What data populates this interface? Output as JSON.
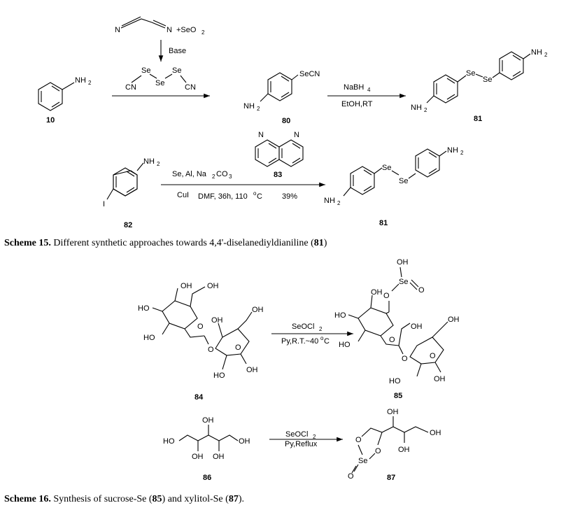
{
  "scheme15": {
    "reagent_malononitrile_extra": "+SeO",
    "reagent_malononitrile_sub": "2",
    "base_label": "Base",
    "se": "Se",
    "cn": "CN",
    "nh2": "NH",
    "nh2_sub": "2",
    "secn": "SeCN",
    "i_label": "I",
    "nabh4": "NaBH",
    "nabh4_sub": "4",
    "etoh_rt": "EtOH,RT",
    "cond1_a": "Se, Al, Na",
    "cond1_a_sub": "2",
    "cond1_a_b": "CO",
    "cond1_a_sub2": "3",
    "cond2_a": "CuI",
    "cond2_b": "DMF, 36h, 110",
    "cond2_deg": "o",
    "cond2_c": "C",
    "yield": "39%",
    "n_label": "N",
    "compounds": {
      "c10": "10",
      "c80": "80",
      "c81": "81",
      "c82": "82",
      "c83": "83",
      "c81b": "81"
    }
  },
  "scheme16": {
    "oh": "OH",
    "ho": "HO",
    "o": "O",
    "se": "Se",
    "seocl2": "SeOCl",
    "seocl2_sub": "2",
    "py_rt": "Py,R.T.~40",
    "deg": "o",
    "c_unit": "C",
    "py_reflux": "Py,Reflux",
    "compounds": {
      "c84": "84",
      "c85": "85",
      "c86": "86",
      "c87": "87"
    }
  },
  "captions": {
    "s15_label": "Scheme 15.",
    "s15_text": " Different synthetic approaches towards 4,4'-diselanediyldianiline (",
    "s15_num": "81",
    "s15_end": ")",
    "s16_label": "Scheme 16.",
    "s16_text1": " Synthesis of sucrose-Se (",
    "s16_num1": "85",
    "s16_text2": ") and xylitol-Se (",
    "s16_num2": "87",
    "s16_end": ")."
  }
}
